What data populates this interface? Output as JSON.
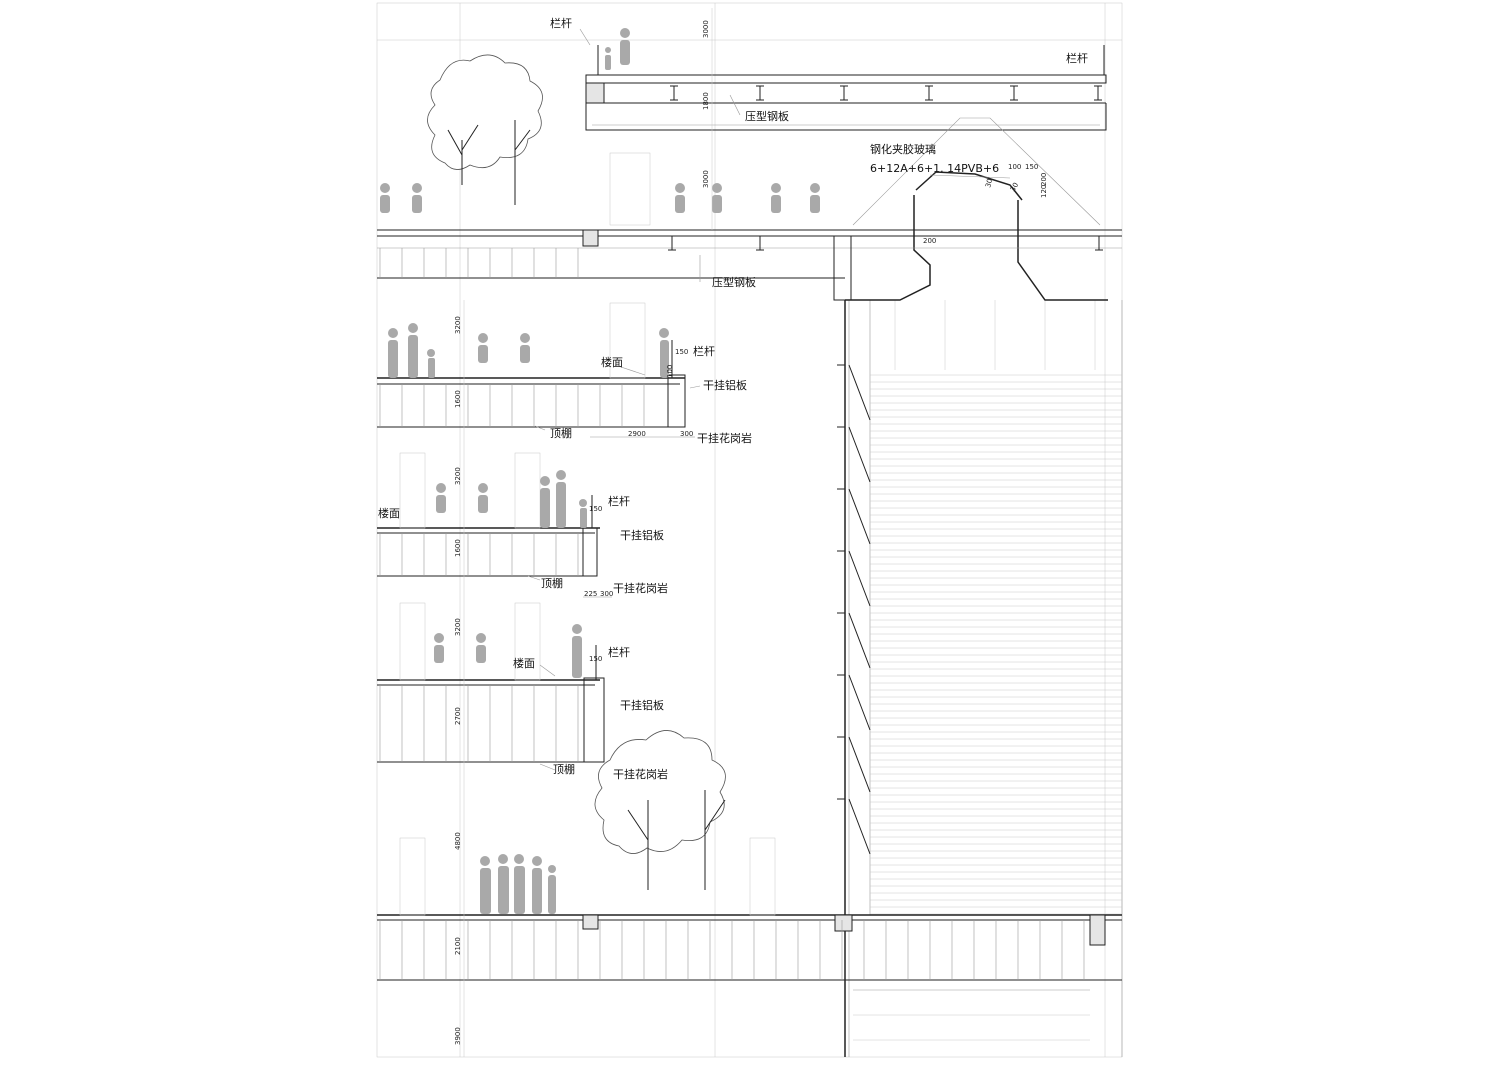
{
  "labels": {
    "railing": "栏杆",
    "profiled_steel_deck": "压型钢板",
    "tempered_laminated_glass": "钢化夹胶玻璃",
    "glass_spec": "6+12A+6+1. 14PVB+6",
    "floor_surface": "楼面",
    "dry_hung_aluminum": "干挂铝板",
    "ceiling": "顶棚",
    "dry_hung_granite": "干挂花岗岩"
  },
  "dimensions": {
    "d3000": "3000",
    "d1800": "1800",
    "d3200": "3200",
    "d1600": "1600",
    "d2700": "2700",
    "d4800": "4800",
    "d2100": "2100",
    "d3900": "3900",
    "d2900": "2900",
    "d300": "300",
    "d225": "225",
    "d150": "150",
    "d100": "100",
    "d120": "120",
    "d200": "200",
    "d30": "30"
  }
}
